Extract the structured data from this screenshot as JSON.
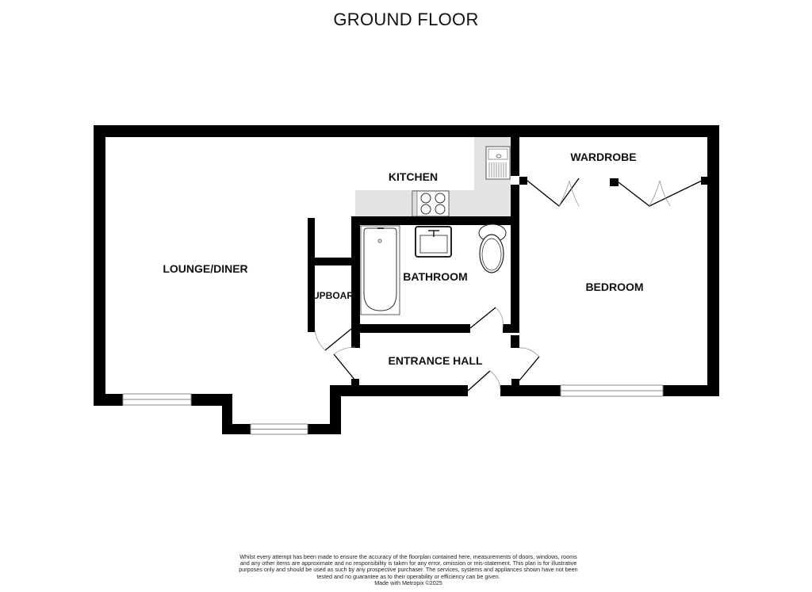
{
  "header": {
    "title": "GROUND FLOOR"
  },
  "rooms": {
    "lounge_diner": "LOUNGE/DINER",
    "kitchen": "KITCHEN",
    "bathroom": "BATHROOM",
    "cupboard": "UPBOAR",
    "entrance_hall": "ENTRANCE HALL",
    "wardrobe": "WARDROBE",
    "bedroom": "BEDROOM"
  },
  "fixtures": [
    "bath",
    "washbasin",
    "toilet",
    "hob",
    "sink",
    "wardrobe-doors"
  ],
  "colors": {
    "wall": "#000000",
    "kitchen_floor": "#e3e3e3",
    "window_line": "#888888"
  },
  "footer": {
    "disclaimer": "Whilst every attempt has been made to ensure the accuracy of the floorplan contained here, measurements of doors, windows, rooms and any other items are approximate and no responsibility is taken for any error, omission or mis-statement. This plan is for illustrative purposes only and should be used as such by any prospective purchaser. The services, systems and appliances shown have not been tested and no guarantee as to their operability or efficiency can be given.",
    "credit": "Made with Metropix ©2025"
  }
}
